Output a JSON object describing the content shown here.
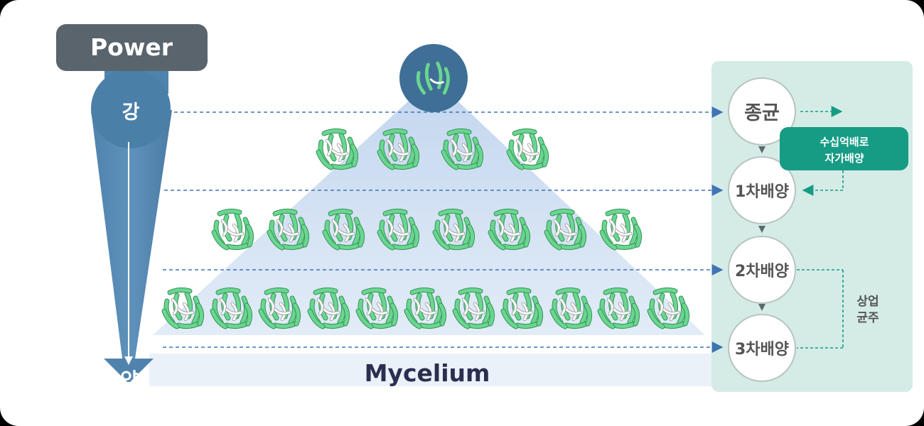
{
  "power": {
    "label": "Power",
    "strong": "강",
    "weak": "약"
  },
  "base_label": "Mycelium",
  "stages": {
    "s0": "종균",
    "s1": "1차배양",
    "s2": "2차배양",
    "s3": "3차배양"
  },
  "note": {
    "line1": "수십억배로",
    "line2": "자가배양"
  },
  "side": {
    "line1": "상업",
    "line2": "균주"
  },
  "colors": {
    "blue": "#4a7fa8",
    "blue_dark": "#3f6f96",
    "grey_box": "#59646d",
    "teal": "#169b84",
    "panel": "#d5ece6",
    "cell": "#6ad68f",
    "navy_text": "#2b2f4f"
  }
}
